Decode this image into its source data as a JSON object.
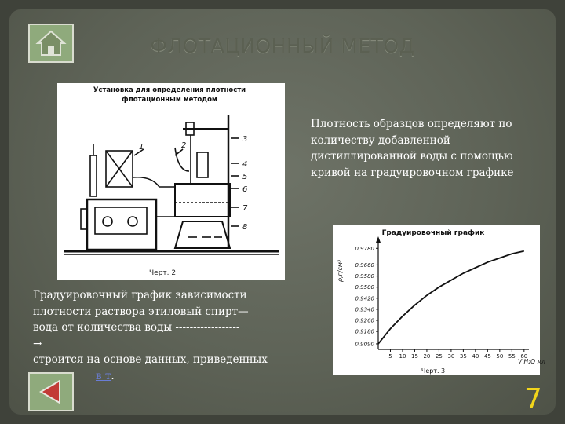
{
  "title": "ФЛОТАЦИОННЫЙ МЕТОД",
  "apparatus": {
    "caption_line1": "Установка для определения плотности",
    "caption_line2": "флотационным методом",
    "chert": "Черт. 2",
    "labels": [
      "1",
      "2",
      "3",
      "4",
      "5",
      "6",
      "7",
      "8"
    ]
  },
  "description": "Плотность образцов определяют по количеству добавленной дистиллированной воды с помощью кривой на градуировочном графике",
  "left_text": {
    "line1": "Градуировочный график зависимости",
    "line2": "плотности раствора этиловый спирт—",
    "line3": "вода от количества воды ------------------",
    "arrow": "→",
    "line4": "строится на основе данных, приведенных",
    "link": "в т",
    "tail": "."
  },
  "graph": {
    "title": "Градуировочный график",
    "chert": "Черт. 3"
  },
  "chart_data": {
    "type": "line",
    "title": "Градуировочный график",
    "ylabel": "ρ,г/см³",
    "xlabel": "V H₂O мл",
    "x": [
      0,
      5,
      10,
      15,
      20,
      25,
      30,
      35,
      40,
      45,
      50,
      55,
      60
    ],
    "y": [
      0.909,
      0.92,
      0.929,
      0.937,
      0.944,
      0.95,
      0.955,
      0.96,
      0.964,
      0.968,
      0.971,
      0.974,
      0.976
    ],
    "x_ticks": [
      "5",
      "10",
      "15",
      "20",
      "25",
      "30",
      "35",
      "40",
      "45",
      "50",
      "55",
      "60"
    ],
    "y_ticks": [
      "0,9090",
      "0,9180",
      "0,9260",
      "0,9340",
      "0,9420",
      "0,9500",
      "0,9580",
      "0,9660",
      "0,9780"
    ],
    "y_tick_values": [
      0.909,
      0.918,
      0.926,
      0.934,
      0.942,
      0.95,
      0.958,
      0.966,
      0.978
    ],
    "xlim": [
      0,
      62
    ],
    "ylim": [
      0.905,
      0.981
    ]
  },
  "page_number": "7",
  "colors": {
    "frame": "#5e6357",
    "button": "#8faa7c",
    "page_number": "#f2d51b",
    "link": "#6a7dd6"
  },
  "icons": {
    "home": "home-icon",
    "back": "back-triangle-icon"
  }
}
